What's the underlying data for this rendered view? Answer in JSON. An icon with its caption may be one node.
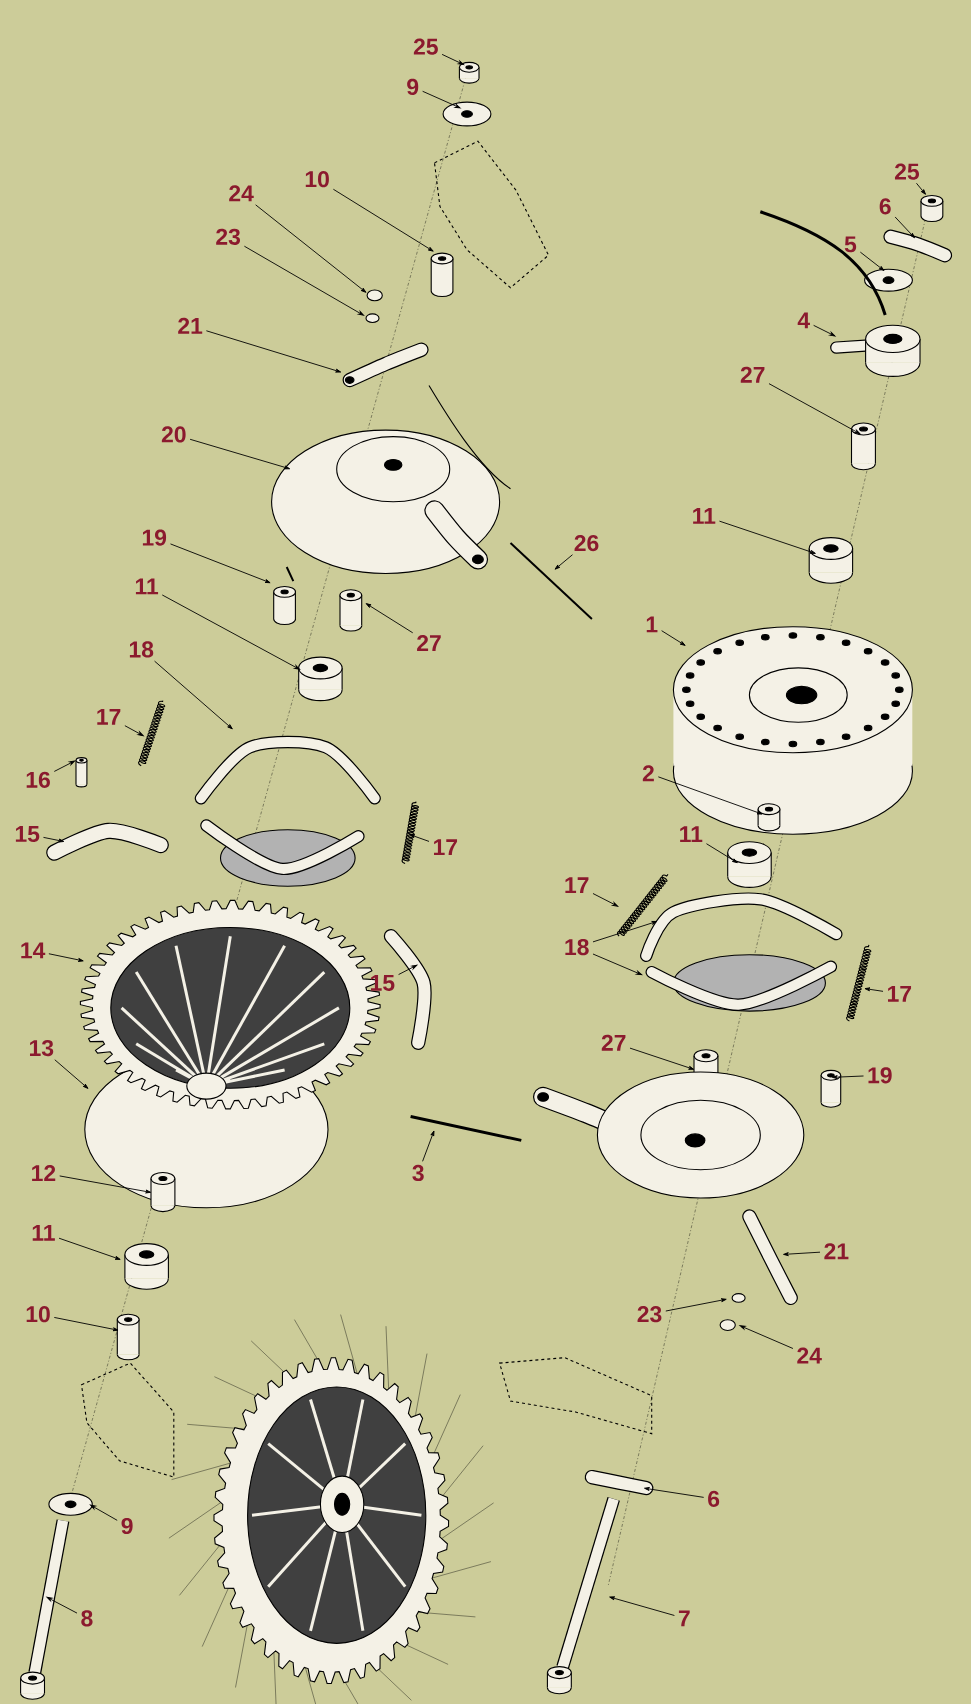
{
  "diagram": {
    "nodes": [
      {
        "text": [
          "25"
        ]
      },
      {
        "text": [
          "9"
        ]
      },
      {
        "text": [
          "10"
        ]
      },
      {
        "text": [
          "24"
        ]
      },
      {
        "text": [
          "23"
        ]
      },
      {
        "text": [
          "21"
        ]
      },
      {
        "text": [
          "20"
        ]
      },
      {
        "text": [
          "19"
        ]
      },
      {
        "text": [
          "11"
        ]
      },
      {
        "text": [
          "27"
        ]
      },
      {
        "text": [
          "26"
        ]
      },
      {
        "text": [
          "18"
        ]
      },
      {
        "text": [
          "17"
        ]
      },
      {
        "text": [
          "16"
        ]
      },
      {
        "text": [
          "15"
        ]
      },
      {
        "text": [
          "17"
        ]
      },
      {
        "text": [
          "14"
        ]
      },
      {
        "text": [
          "15"
        ]
      },
      {
        "text": [
          "13"
        ]
      },
      {
        "text": [
          "12"
        ]
      },
      {
        "text": [
          "3"
        ]
      },
      {
        "text": [
          "11"
        ]
      },
      {
        "text": [
          "10"
        ]
      },
      {
        "text": [
          "9"
        ]
      },
      {
        "text": [
          "8"
        ]
      },
      {
        "text": [
          "25"
        ]
      },
      {
        "text": [
          "6"
        ]
      },
      {
        "text": [
          "5"
        ]
      },
      {
        "text": [
          "4"
        ]
      },
      {
        "text": [
          "27"
        ]
      },
      {
        "text": [
          "11"
        ]
      },
      {
        "text": [
          "1"
        ]
      },
      {
        "text": [
          "2"
        ]
      },
      {
        "text": [
          "11"
        ]
      },
      {
        "text": [
          "17"
        ]
      },
      {
        "text": [
          "18"
        ]
      },
      {
        "text": [
          "17"
        ]
      },
      {
        "text": [
          "27"
        ]
      },
      {
        "text": [
          "19"
        ]
      },
      {
        "text": [
          "21"
        ]
      },
      {
        "text": [
          "23"
        ]
      },
      {
        "text": [
          "24"
        ]
      },
      {
        "text": [
          "6"
        ]
      },
      {
        "text": [
          "7"
        ]
      }
    ],
    "edges": [
      {
        "from": 0,
        "to": null,
        "arrow": "to"
      },
      {
        "from": 1,
        "to": null,
        "arrow": "to"
      },
      {
        "from": 2,
        "to": null,
        "arrow": "to"
      },
      {
        "from": 3,
        "to": null,
        "arrow": "to"
      },
      {
        "from": 4,
        "to": null,
        "arrow": "to"
      },
      {
        "from": 5,
        "to": null,
        "arrow": "to"
      },
      {
        "from": 6,
        "to": null,
        "arrow": "to"
      },
      {
        "from": 7,
        "to": null,
        "arrow": "to"
      },
      {
        "from": 8,
        "to": null,
        "arrow": "to"
      },
      {
        "from": 9,
        "to": null,
        "arrow": "to"
      },
      {
        "from": 10,
        "to": null,
        "arrow": "to"
      },
      {
        "from": 11,
        "to": null,
        "arrow": "to"
      },
      {
        "from": 12,
        "to": null,
        "arrow": "to"
      },
      {
        "from": 13,
        "to": null,
        "arrow": "to"
      },
      {
        "from": 14,
        "to": null,
        "arrow": "to"
      },
      {
        "from": 15,
        "to": null,
        "arrow": "to"
      },
      {
        "from": 16,
        "to": null,
        "arrow": "to"
      },
      {
        "from": 17,
        "to": null,
        "arrow": "to"
      },
      {
        "from": 18,
        "to": null,
        "arrow": "to"
      },
      {
        "from": 19,
        "to": null,
        "arrow": "to"
      },
      {
        "from": 20,
        "to": null,
        "arrow": "to"
      },
      {
        "from": 21,
        "to": null,
        "arrow": "to"
      },
      {
        "from": 22,
        "to": null,
        "arrow": "to"
      },
      {
        "from": 23,
        "to": null,
        "arrow": "to"
      },
      {
        "from": 24,
        "to": null,
        "arrow": "to"
      },
      {
        "from": 25,
        "to": null,
        "arrow": "to"
      },
      {
        "from": 26,
        "to": null,
        "arrow": "to"
      },
      {
        "from": 27,
        "to": null,
        "arrow": "to"
      },
      {
        "from": 28,
        "to": null,
        "arrow": "to"
      },
      {
        "from": 29,
        "to": null,
        "arrow": "to"
      },
      {
        "from": 30,
        "to": null,
        "arrow": "to"
      },
      {
        "from": 31,
        "to": null,
        "arrow": "to"
      },
      {
        "from": 32,
        "to": null,
        "arrow": "to"
      },
      {
        "from": 33,
        "to": null,
        "arrow": "to"
      },
      {
        "from": 34,
        "to": null,
        "arrow": "to"
      },
      {
        "from": 35,
        "to": null,
        "arrow": "to"
      },
      {
        "from": 35,
        "to": null,
        "arrow": "to"
      },
      {
        "from": 36,
        "to": null,
        "arrow": "to"
      },
      {
        "from": 37,
        "to": null,
        "arrow": "to"
      },
      {
        "from": 38,
        "to": null,
        "arrow": "to"
      },
      {
        "from": 39,
        "to": null,
        "arrow": "to"
      },
      {
        "from": 40,
        "to": null,
        "arrow": "to"
      },
      {
        "from": 41,
        "to": null,
        "arrow": "to"
      },
      {
        "from": 42,
        "to": null,
        "arrow": "to"
      },
      {
        "from": 43,
        "to": null,
        "arrow": "to"
      }
    ]
  }
}
